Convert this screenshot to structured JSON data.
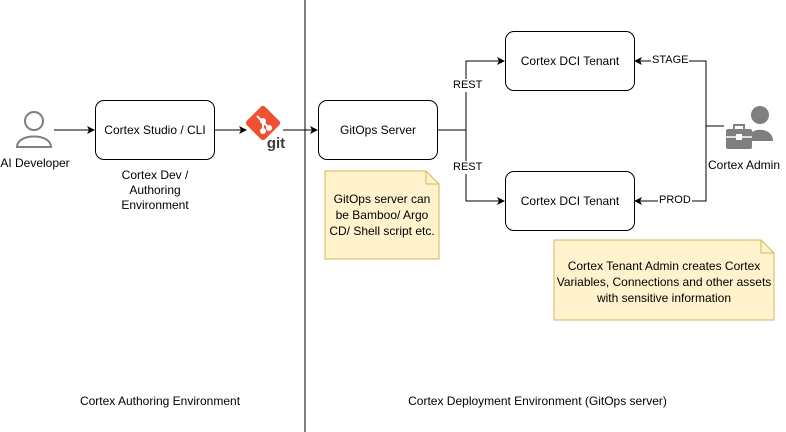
{
  "nodes": {
    "ai_developer": "AI Developer",
    "cortex_studio": "Cortex Studio / CLI",
    "cortex_dev_env": [
      "Cortex Dev /",
      "Authoring",
      "Environment"
    ],
    "git_logo_text": "git",
    "gitops_server": "GitOps Server",
    "dci_tenant_stage": "Cortex DCI Tenant",
    "dci_tenant_prod": "Cortex DCI Tenant",
    "cortex_admin": "Cortex Admin"
  },
  "edges": {
    "rest_top": "REST",
    "rest_bottom": "REST",
    "stage": "STAGE",
    "prod": "PROD"
  },
  "notes": {
    "gitops_note": [
      "GitOps server can",
      "be Bamboo/ Argo",
      "CD/ Shell script etc."
    ],
    "admin_note": [
      "Cortex Tenant Admin creates Cortex",
      "Variables, Connections and other assets",
      "with sensitive information"
    ]
  },
  "sections": {
    "authoring": "Cortex Authoring Environment",
    "deployment": "Cortex Deployment Environment (GitOps server)"
  },
  "colors": {
    "note_fill": "#fff2cc",
    "note_stroke": "#d6b656",
    "git_orange": "#f05133",
    "user_icon_gray": "#7f7f7f"
  }
}
